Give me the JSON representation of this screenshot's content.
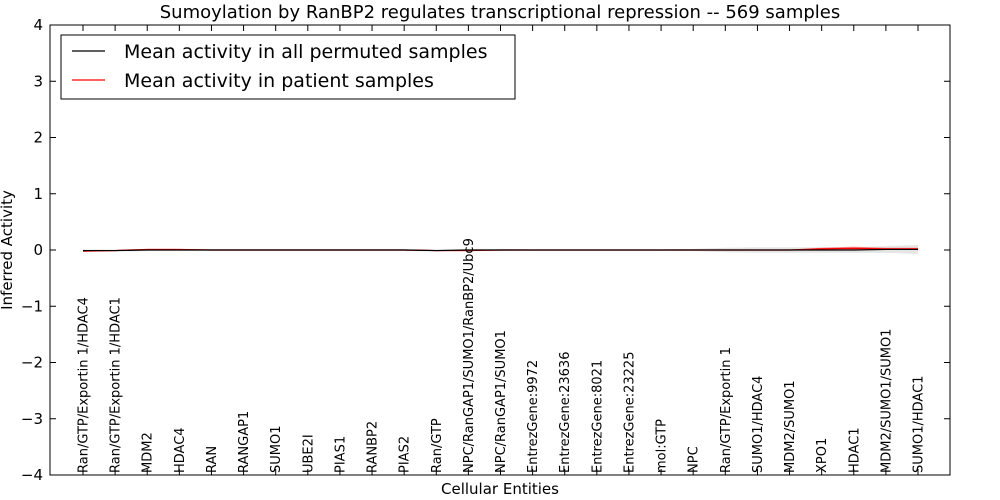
{
  "chart_data": {
    "type": "line",
    "title": "Sumoylation by RanBP2 regulates transcriptional repression -- 569 samples",
    "xlabel": "Cellular Entities",
    "ylabel": "Inferred Activity",
    "ylim": [
      -4,
      4
    ],
    "yticks": [
      -4,
      -3,
      -2,
      -1,
      0,
      1,
      2,
      3,
      4
    ],
    "ytick_labels": [
      "−4",
      "−3",
      "−2",
      "−1",
      "0",
      "1",
      "2",
      "3",
      "4"
    ],
    "grid": false,
    "legend_position": "top-left",
    "categories": [
      "Ran/GTP/Exportin 1/HDAC4",
      "Ran/GTP/Exportin 1/HDAC1",
      "MDM2",
      "HDAC4",
      "RAN",
      "RANGAP1",
      "SUMO1",
      "UBE2I",
      "PIAS1",
      "RANBP2",
      "PIAS2",
      "Ran/GTP",
      "NPC/RanGAP1/SUMO1/RanBP2/Ubc9",
      "NPC/RanGAP1/SUMO1",
      "EntrezGene:9972",
      "EntrezGene:23636",
      "EntrezGene:8021",
      "EntrezGene:23225",
      "mol:GTP",
      "NPC",
      "Ran/GTP/Exportin 1",
      "SUMO1/HDAC4",
      "MDM2/SUMO1",
      "XPO1",
      "HDAC1",
      "MDM2/SUMO1/SUMO1",
      "SUMO1/HDAC1"
    ],
    "series": [
      {
        "name": "Mean activity in all permuted samples",
        "color": "#000000",
        "values": [
          -0.01,
          -0.01,
          0.0,
          0.0,
          0.0,
          0.0,
          0.0,
          0.0,
          0.0,
          0.0,
          0.0,
          -0.01,
          0.0,
          0.0,
          0.0,
          0.0,
          0.0,
          0.0,
          0.0,
          0.0,
          0.0,
          0.0,
          0.0,
          0.0,
          0.0,
          0.01,
          0.01
        ],
        "band": [
          0.02,
          0.02,
          0.02,
          0.02,
          0.02,
          0.02,
          0.02,
          0.02,
          0.02,
          0.02,
          0.02,
          0.02,
          0.02,
          0.02,
          0.01,
          0.01,
          0.01,
          0.01,
          0.01,
          0.02,
          0.04,
          0.05,
          0.05,
          0.05,
          0.05,
          0.06,
          0.08
        ]
      },
      {
        "name": "Mean activity in patient samples",
        "color": "#ff0000",
        "values": [
          -0.02,
          -0.01,
          0.01,
          0.01,
          0.0,
          0.0,
          0.0,
          0.0,
          0.0,
          0.0,
          0.0,
          -0.01,
          -0.01,
          0.0,
          0.0,
          0.0,
          0.0,
          0.0,
          0.0,
          0.0,
          0.0,
          0.0,
          0.0,
          0.02,
          0.03,
          0.02,
          0.02
        ],
        "band": [
          0.01,
          0.01,
          0.01,
          0.01,
          0.01,
          0.01,
          0.01,
          0.01,
          0.01,
          0.01,
          0.01,
          0.01,
          0.01,
          0.01,
          0.01,
          0.01,
          0.01,
          0.01,
          0.01,
          0.01,
          0.01,
          0.01,
          0.01,
          0.02,
          0.03,
          0.02,
          0.02
        ]
      }
    ]
  }
}
